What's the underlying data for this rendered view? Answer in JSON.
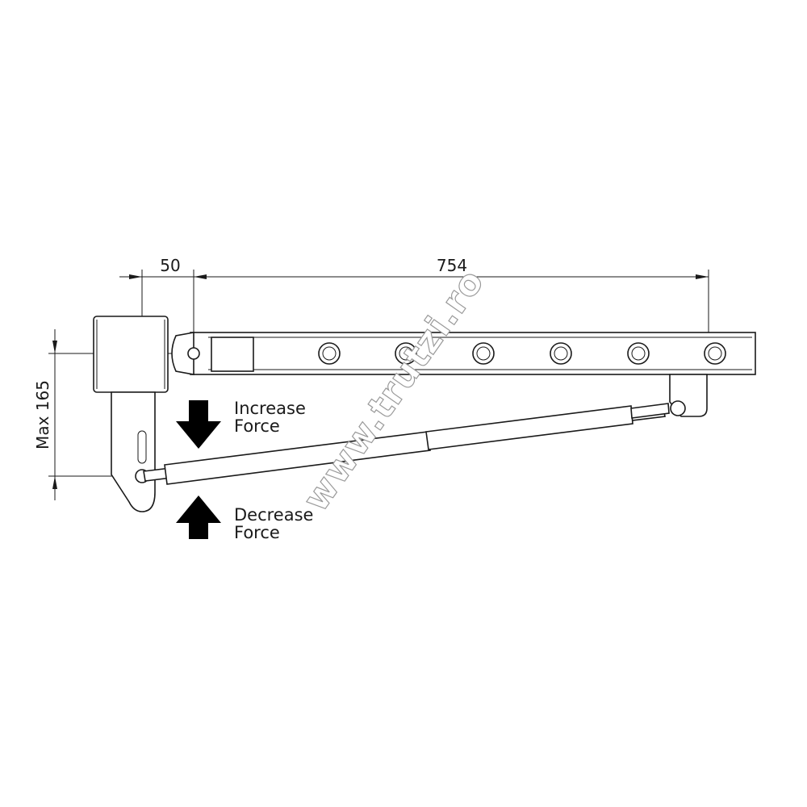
{
  "dimensions": {
    "offset": "50",
    "length": "754",
    "height": "Max 165"
  },
  "labels": {
    "increase_line1": "Increase",
    "increase_line2": "Force",
    "decrease_line1": "Decrease",
    "decrease_line2": "Force"
  },
  "watermark": "www.trutzi.ro",
  "colors": {
    "line": "#1a1a1a",
    "background": "#ffffff",
    "watermark_outline": "#9a9a9a"
  }
}
